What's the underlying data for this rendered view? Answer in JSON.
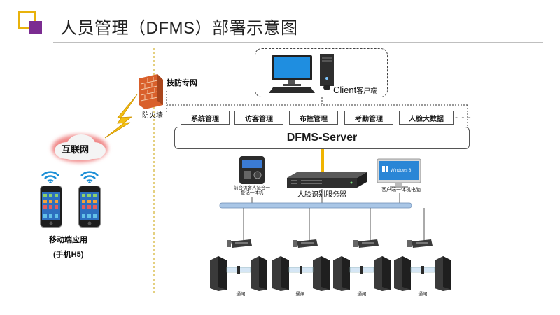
{
  "header": {
    "title": "人员管理（DFMS）部署示意图"
  },
  "client": {
    "label_main": "Client",
    "label_sub": "客户端"
  },
  "modules": [
    "系统管理",
    "访客管理",
    "布控管理",
    "考勤管理",
    "人脸大数据"
  ],
  "modules_more": "- - -",
  "server": {
    "label": "DFMS-Server"
  },
  "network": {
    "firewall_label": "防火墙",
    "private_net_label": "技防专网",
    "internet_label": "互联网"
  },
  "mobile": {
    "label": "移动端应用",
    "sublabel": "(手机H5)"
  },
  "devices": {
    "kiosk_label": "前台访客人证合一登记一体机",
    "face_server_label": "人脸识别服务器",
    "pc_label": "客户端一体机电脑",
    "pc_screen_text": "Windows 8",
    "gate_label": "通闸"
  },
  "colors": {
    "accent_yellow": "#e8b20c",
    "accent_purple": "#7b2c91",
    "bus_blue": "#a9c6e6"
  }
}
